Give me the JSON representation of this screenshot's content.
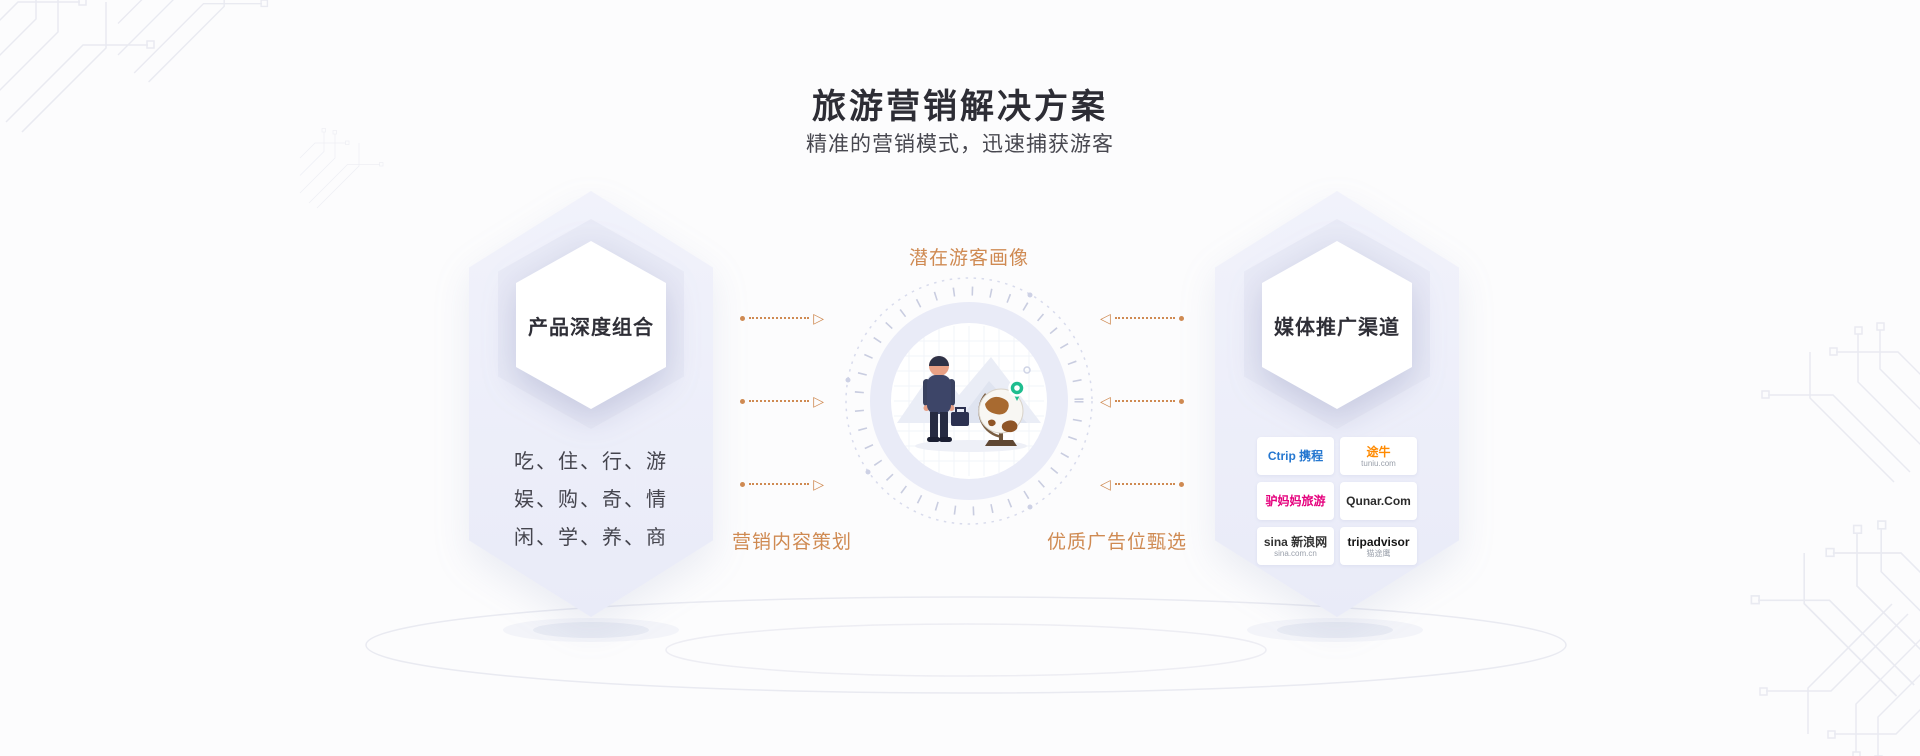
{
  "header": {
    "title": "旅游营销解决方案",
    "subtitle": "精准的营销模式，迅速捕获游客"
  },
  "left_card": {
    "title": "产品深度组合",
    "lines": [
      "吃、住、行、游",
      "娱、购、奇、情",
      "闲、学、养、商"
    ]
  },
  "center": {
    "top_label": "潜在游客画像",
    "bottom_left_label": "营销内容策划",
    "bottom_right_label": "优质广告位甄选"
  },
  "right_card": {
    "title": "媒体推广渠道",
    "logos": [
      {
        "name": "ctrip",
        "main": "Ctrip 携程",
        "sub": "",
        "color": "#2577d0"
      },
      {
        "name": "tuniu",
        "main": "途牛",
        "sub": "tuniu.com",
        "color": "#ff8a00"
      },
      {
        "name": "lvmama",
        "main": "驴妈妈旅游",
        "sub": "",
        "color": "#e5007d"
      },
      {
        "name": "qunar",
        "main": "Qunar.Com",
        "sub": "",
        "color": "#2b2b2b"
      },
      {
        "name": "sina",
        "main": "sina 新浪网",
        "sub": "sina.com.cn",
        "color": "#323232"
      },
      {
        "name": "tripadvisor",
        "main": "tripadvisor",
        "sub": "猫途鹰",
        "color": "#151515"
      }
    ]
  },
  "icons": {
    "arrow_right": "▷",
    "arrow_left": "◁"
  },
  "colors": {
    "accent_orange": "#cf8a52",
    "card_lavender": "#eceefa",
    "pin_green": "#1fbd8f"
  }
}
